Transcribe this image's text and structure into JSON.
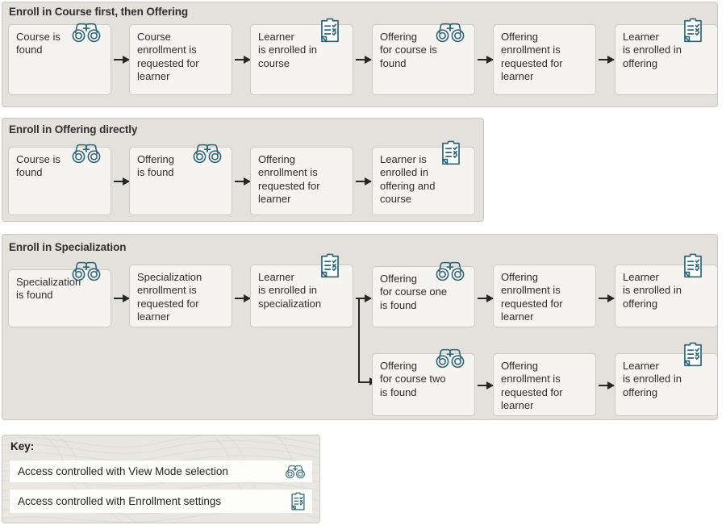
{
  "colors": {
    "panel_bg": "#e4e1dc",
    "panel_border": "#c9c5be",
    "box_bg": "#f5f4f1",
    "box_border": "#cdc9c3",
    "arrow": "#262626",
    "icon_teal": "#2d6477",
    "title_text": "#303030",
    "key_bg": "#e9e7e2",
    "key_row_bg": "#fdfdfc"
  },
  "sections": [
    {
      "id": "course-first",
      "title": "Enroll in Course first, then Offering",
      "rows": [
        {
          "steps": [
            {
              "text": "Course is\nfound",
              "icon": "binoculars-icon"
            },
            {
              "text": "Course\nenrollment is\nrequested for\nlearner",
              "icon": null
            },
            {
              "text": "Learner\nis enrolled in\ncourse",
              "icon": "clipboard-icon"
            },
            {
              "text": "Offering\nfor course is\nfound",
              "icon": "binoculars-icon"
            },
            {
              "text": "Offering\nenrollment is\nrequested for\nlearner",
              "icon": null
            },
            {
              "text": "Learner\nis enrolled in\noffering",
              "icon": "clipboard-icon"
            }
          ]
        }
      ]
    },
    {
      "id": "offering-direct",
      "title": "Enroll in Offering directly",
      "rows": [
        {
          "steps": [
            {
              "text": "Course is\nfound",
              "icon": "binoculars-icon"
            },
            {
              "text": "Offering\nis found",
              "icon": "binoculars-icon"
            },
            {
              "text": "Offering\nenrollment is\nrequested for\nlearner",
              "icon": null
            },
            {
              "text": "Learner is\nenrolled in\noffering and\ncourse",
              "icon": "clipboard-icon"
            }
          ]
        }
      ]
    },
    {
      "id": "specialization",
      "title": "Enroll in Specialization",
      "rows": [
        {
          "steps": [
            {
              "text": "Specialization\nis found",
              "icon": "binoculars-icon"
            },
            {
              "text": "Specialization\nenrollment is\nrequested for\nlearner",
              "icon": null
            },
            {
              "text": "Learner\nis enrolled in\nspecialization",
              "icon": "clipboard-icon"
            },
            {
              "text": "Offering\nfor course one\nis found",
              "icon": "binoculars-icon"
            },
            {
              "text": "Offering\nenrollment is\nrequested for\nlearner",
              "icon": null
            },
            {
              "text": "Learner\nis enrolled in\noffering",
              "icon": "clipboard-icon"
            }
          ]
        },
        {
          "steps": [
            {
              "text": "Offering\nfor course two\nis found",
              "icon": "binoculars-icon"
            },
            {
              "text": "Offering\nenrollment is\nrequested for\nlearner",
              "icon": null
            },
            {
              "text": "Learner\nis enrolled in\noffering",
              "icon": "clipboard-icon"
            }
          ]
        }
      ]
    }
  ],
  "key": {
    "title": "Key:",
    "rows": [
      {
        "label": "Access controlled with View Mode selection",
        "icon": "binoculars-icon"
      },
      {
        "label": "Access controlled with Enrollment settings",
        "icon": "clipboard-icon"
      }
    ]
  }
}
